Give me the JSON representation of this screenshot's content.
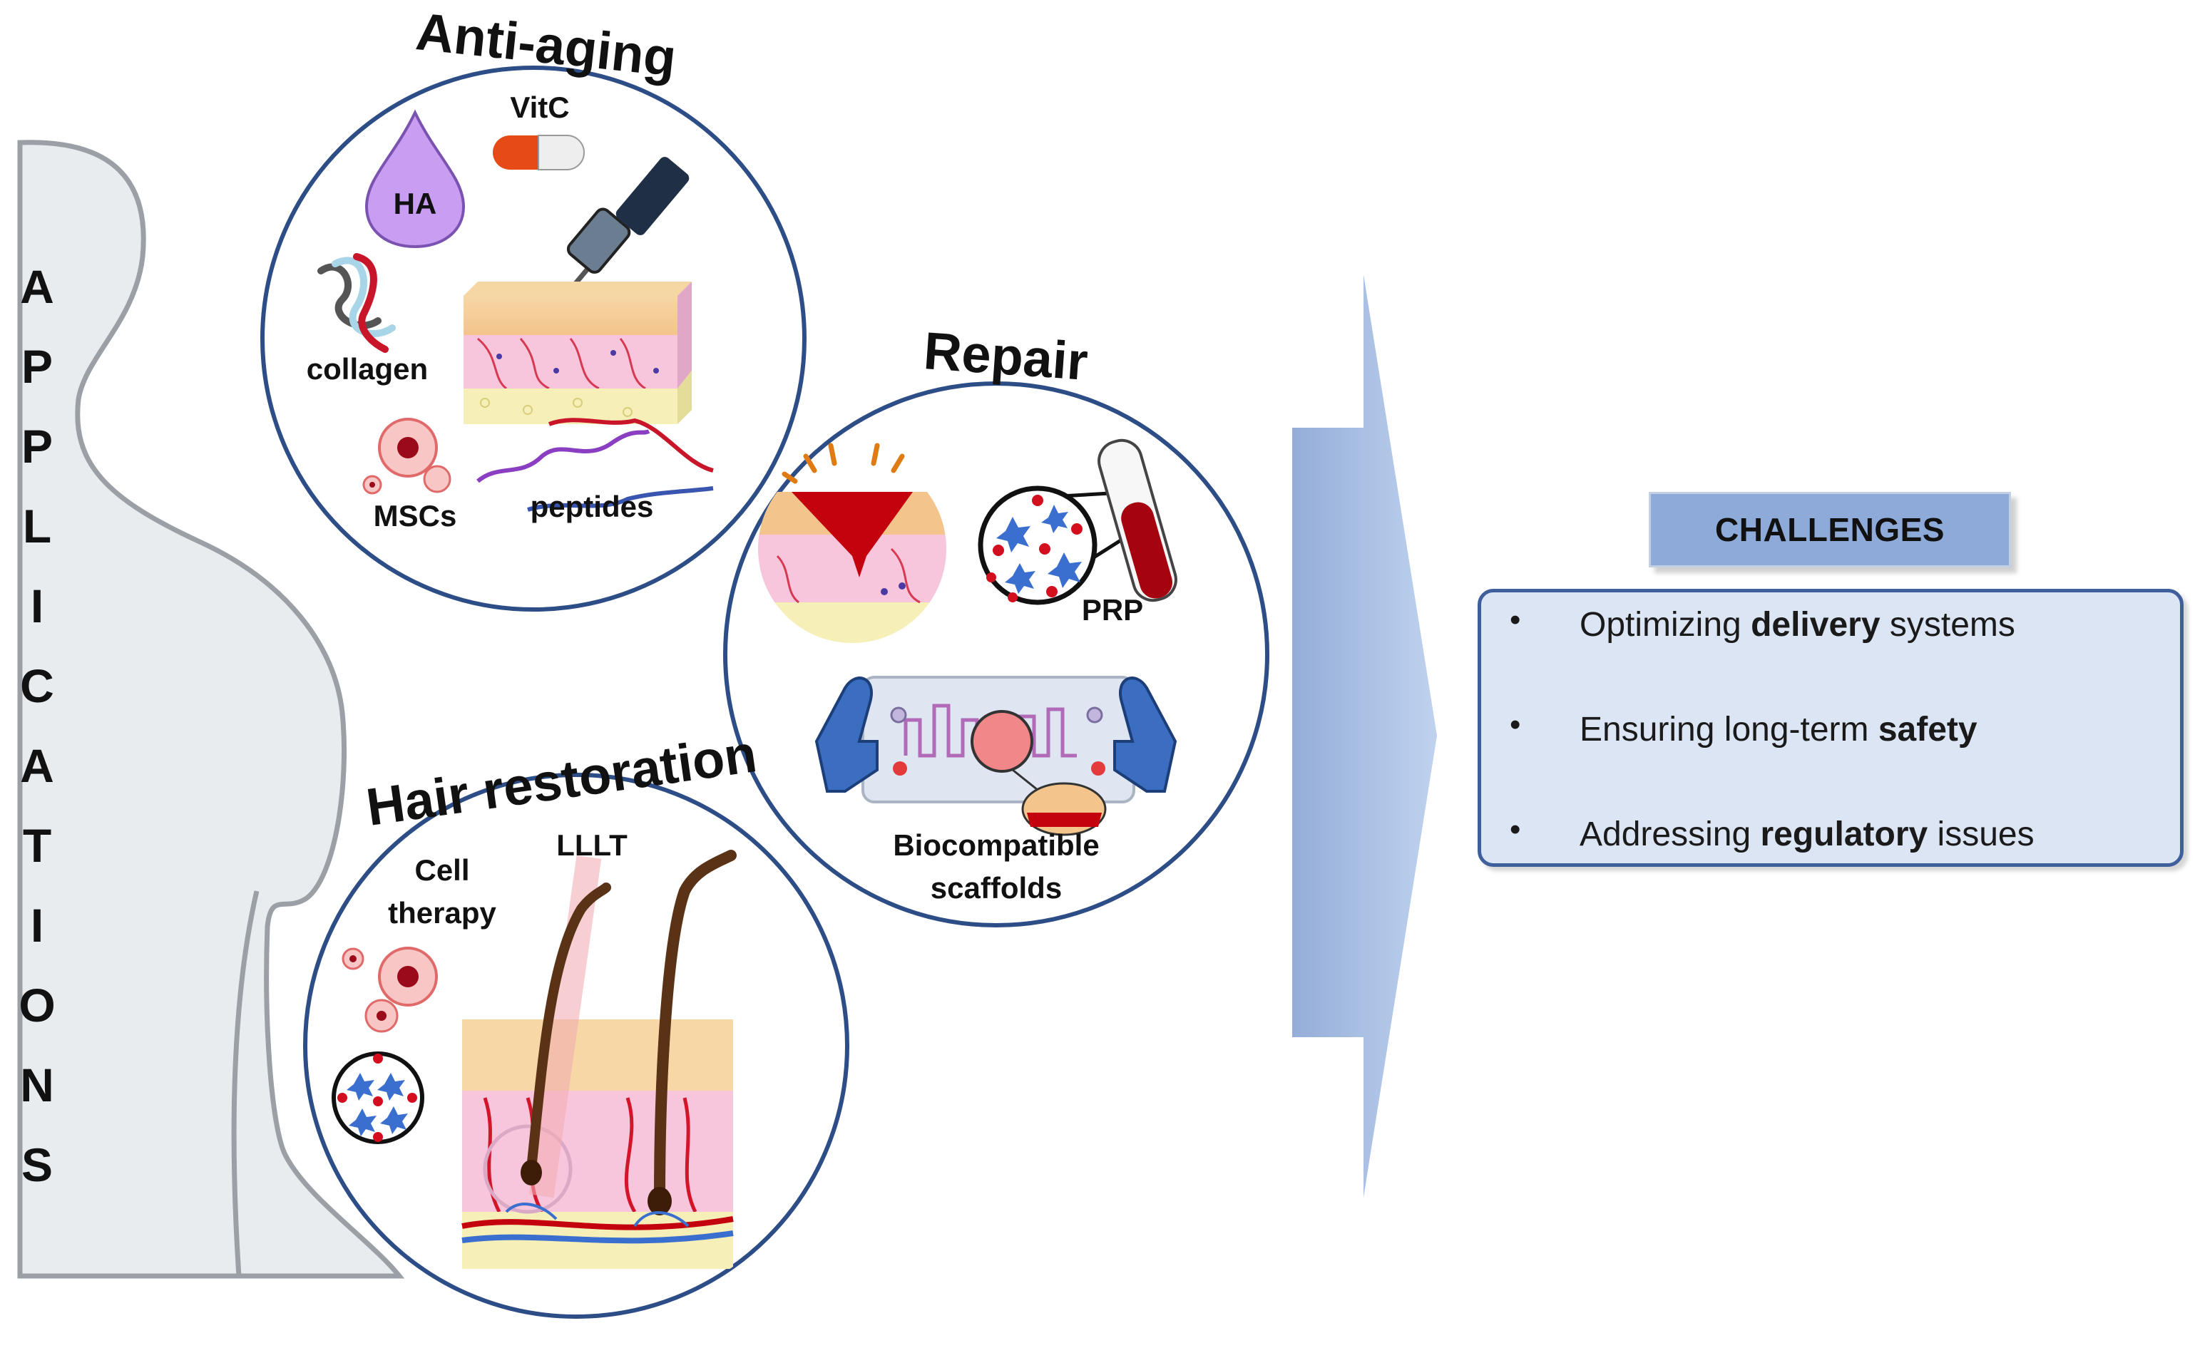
{
  "side_label": [
    "A",
    "P",
    "P",
    "L",
    "I",
    "C",
    "A",
    "T",
    "I",
    "O",
    "N",
    "S"
  ],
  "sections": {
    "anti_aging": {
      "title": "Anti-aging",
      "labels": {
        "vitc": "VitC",
        "ha": "HA",
        "collagen": "collagen",
        "mscs": "MSCs",
        "peptides": "peptides"
      }
    },
    "repair": {
      "title": "Repair",
      "labels": {
        "prp": "PRP",
        "scaffolds_line1": "Biocompatible",
        "scaffolds_line2": "scaffolds"
      }
    },
    "hair_restoration": {
      "title": "Hair restoration",
      "labels": {
        "cell_line1": "Cell",
        "cell_line2": "therapy",
        "lllt": "LLLT"
      }
    }
  },
  "challenges": {
    "heading": "CHALLENGES",
    "items": [
      {
        "bullet": "•",
        "pre": "Optimizing ",
        "bold": "delivery",
        "post": " systems"
      },
      {
        "bullet": "•",
        "pre": "Ensuring long-term ",
        "bold": "safety",
        "post": ""
      },
      {
        "bullet": "•",
        "pre": "Addressing ",
        "bold": "regulatory",
        "post": " issues"
      }
    ]
  },
  "colors": {
    "arrow": "#97b2dc",
    "circle_border": "#2d4d86",
    "body": "#e9ecef",
    "body_outline": "#9aa0a6"
  }
}
